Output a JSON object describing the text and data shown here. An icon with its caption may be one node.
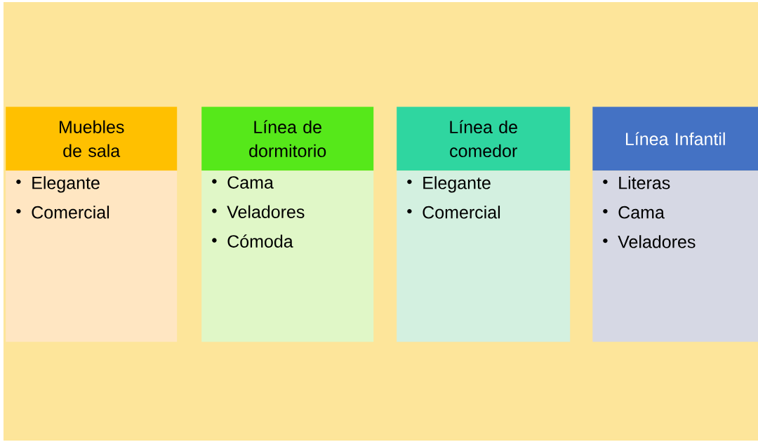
{
  "diagram": {
    "nodes": [
      {
        "text": [
          "Muebles de sala"
        ]
      },
      {
        "text": [
          "Elegante",
          "Comercial"
        ]
      },
      {
        "text": [
          "Línea de dormitorio"
        ]
      },
      {
        "text": [
          "Cama",
          "Veladores",
          "Cómoda"
        ]
      },
      {
        "text": [
          "Línea de comedor"
        ]
      },
      {
        "text": [
          "Elegante",
          "Comercial"
        ]
      },
      {
        "text": [
          "Línea Infantil"
        ]
      },
      {
        "text": [
          "Literas",
          "Cama",
          "Veladores"
        ]
      }
    ]
  }
}
